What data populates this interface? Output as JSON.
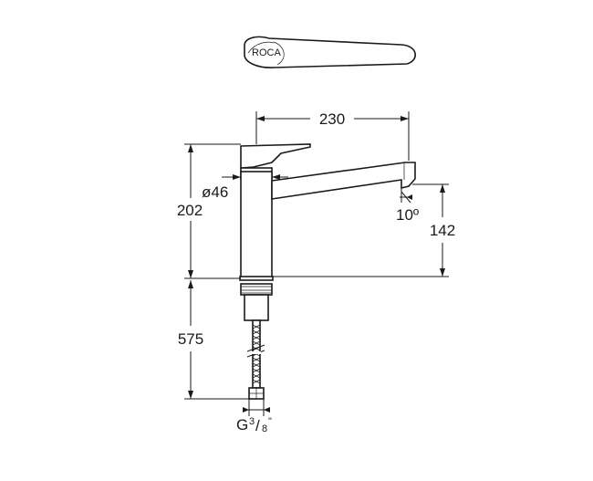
{
  "drawing": {
    "handle_top_view": {
      "brand_mark": "ROCA"
    },
    "dimensions": {
      "spout_reach": "230",
      "total_height": "202",
      "body_diameter": "ø46",
      "spout_angle": "10º",
      "spout_height": "142",
      "hose_length": "575",
      "connection_prefix": "G",
      "connection_num": "3",
      "connection_den": "8",
      "connection_suffix": "\""
    }
  }
}
